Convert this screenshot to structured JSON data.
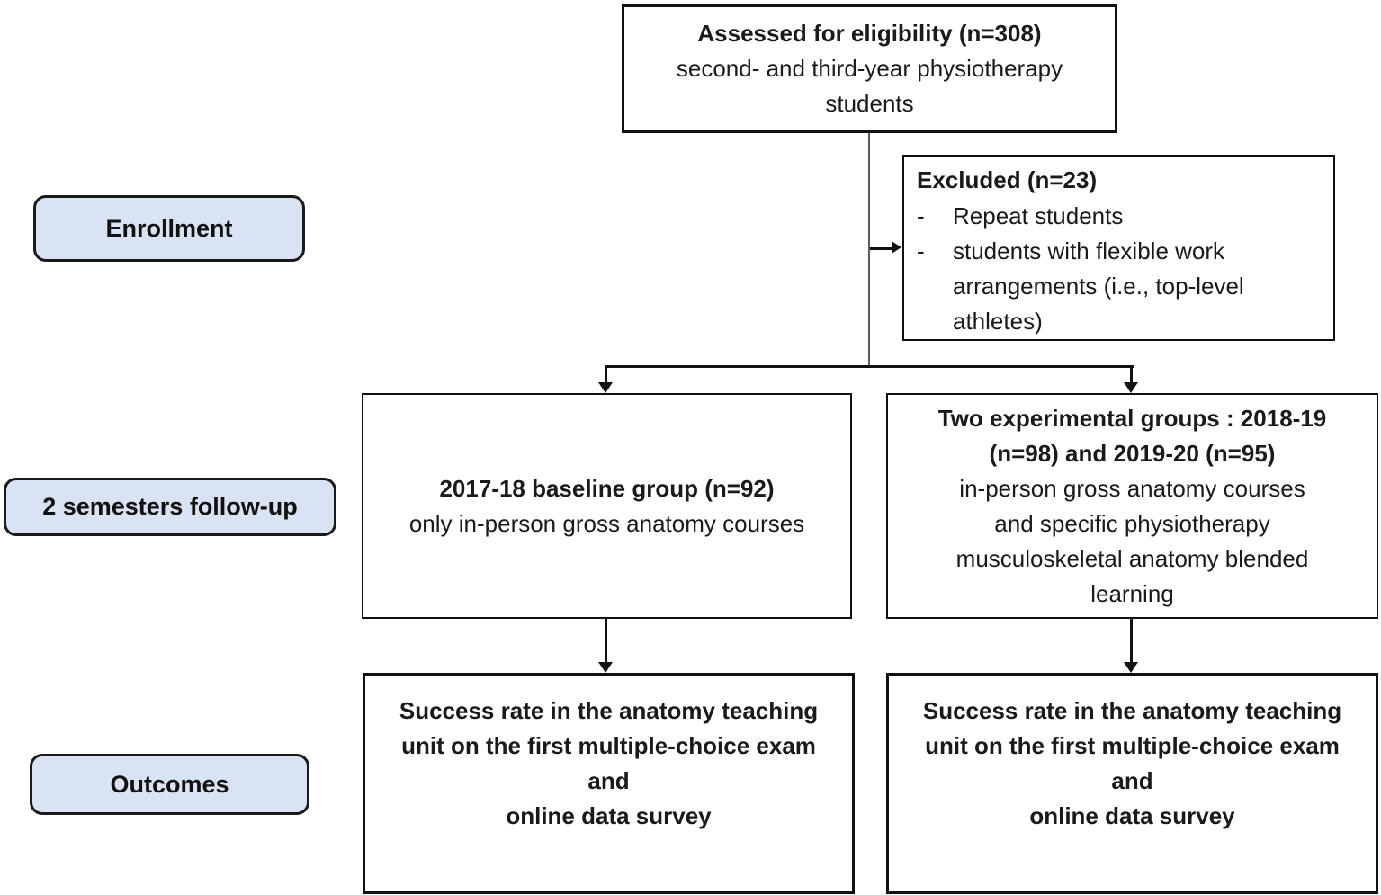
{
  "figure": {
    "type": "flow-diagram",
    "title_semantic": "Study enrollment flow diagram (CONSORT-style)"
  },
  "colors": {
    "background": "#ffffff",
    "box_border": "#111111",
    "stage_fill": "#dae3f3",
    "stage_border": "#1a1a1a",
    "connector_gray": "#595959",
    "connector_black": "#111111",
    "text": "#1a1a1a"
  },
  "flow": {
    "assessed": {
      "title": "Assessed for eligibility (n=308)",
      "subtitle": "second- and third-year physiotherapy\nstudents"
    },
    "excluded": {
      "title": "Excluded (n=23)",
      "bullet": "-",
      "items": [
        "Repeat students",
        "students with flexible work\narrangements (i.e., top-level\nathletes)"
      ]
    },
    "stages": {
      "enrollment": "Enrollment",
      "followup": "2 semesters follow-up",
      "outcomes": "Outcomes"
    },
    "baseline": {
      "title": "2017-18 baseline group (n=92)",
      "subtitle": "only in-person gross anatomy courses"
    },
    "experimental": {
      "title": "Two experimental groups : 2018-19\n(n=98) and 2019-20 (n=95)",
      "subtitle": "in-person gross anatomy courses\nand specific physiotherapy\nmusculoskeletal anatomy blended\nlearning"
    },
    "outcome_left": {
      "text": "Success rate in the anatomy teaching\nunit on the first multiple-choice exam\nand\nonline data survey"
    },
    "outcome_right": {
      "text": "Success rate in the anatomy teaching\nunit on the first multiple-choice exam\nand\nonline data survey"
    }
  }
}
